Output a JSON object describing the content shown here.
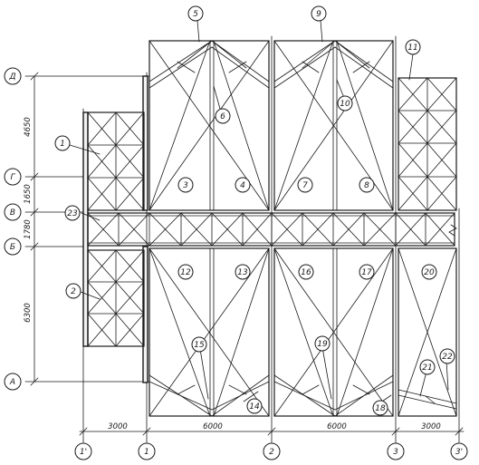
{
  "plan": {
    "axes": {
      "horizontal": [
        "Д",
        "Г",
        "В",
        "Б",
        "А"
      ],
      "vertical": [
        "1'",
        "1",
        "2",
        "3",
        "3'"
      ]
    },
    "dimensions": {
      "left": [
        "4650",
        "1650",
        "1780",
        "6300"
      ],
      "bottom": [
        "3000",
        "6000",
        "6000",
        "3000"
      ]
    },
    "markers": [
      "1",
      "2",
      "3",
      "4",
      "5",
      "6",
      "7",
      "8",
      "9",
      "10",
      "11",
      "12",
      "13",
      "14",
      "15",
      "16",
      "17",
      "18",
      "19",
      "20",
      "21",
      "22",
      "23"
    ]
  }
}
